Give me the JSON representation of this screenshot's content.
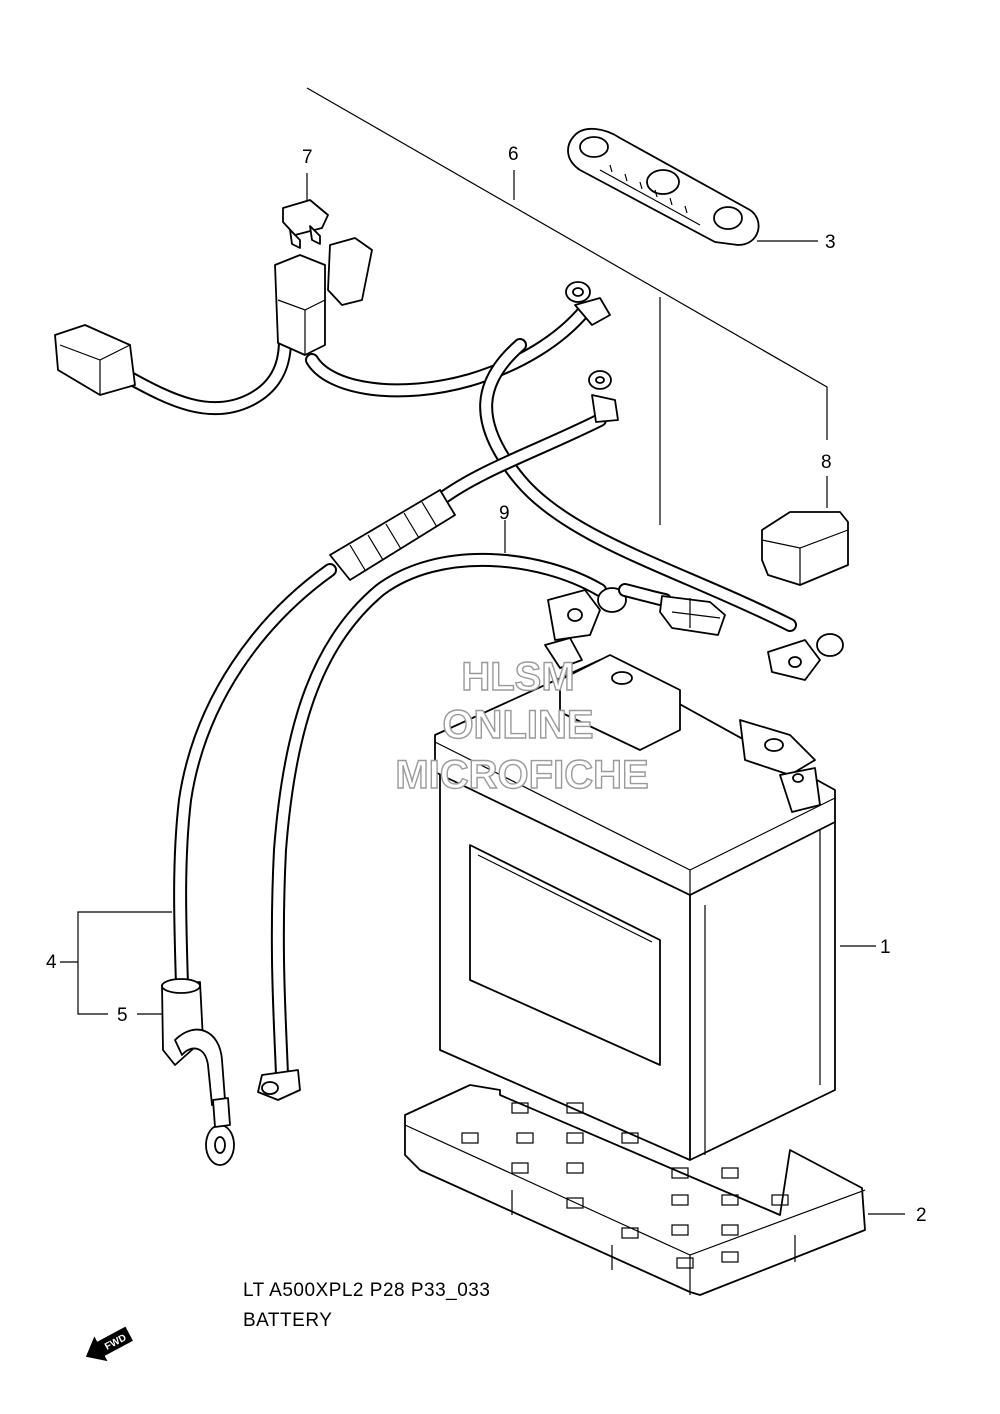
{
  "diagram": {
    "callouts": [
      "1",
      "2",
      "3",
      "4",
      "5",
      "6",
      "7",
      "8",
      "9"
    ],
    "watermark": [
      "HLSM",
      "ONLINE",
      "MICROFICHE"
    ],
    "model_code": "LT A500XPL2 P28 P33_033",
    "section_title": "BATTERY",
    "fwd_badge": "FWD"
  }
}
